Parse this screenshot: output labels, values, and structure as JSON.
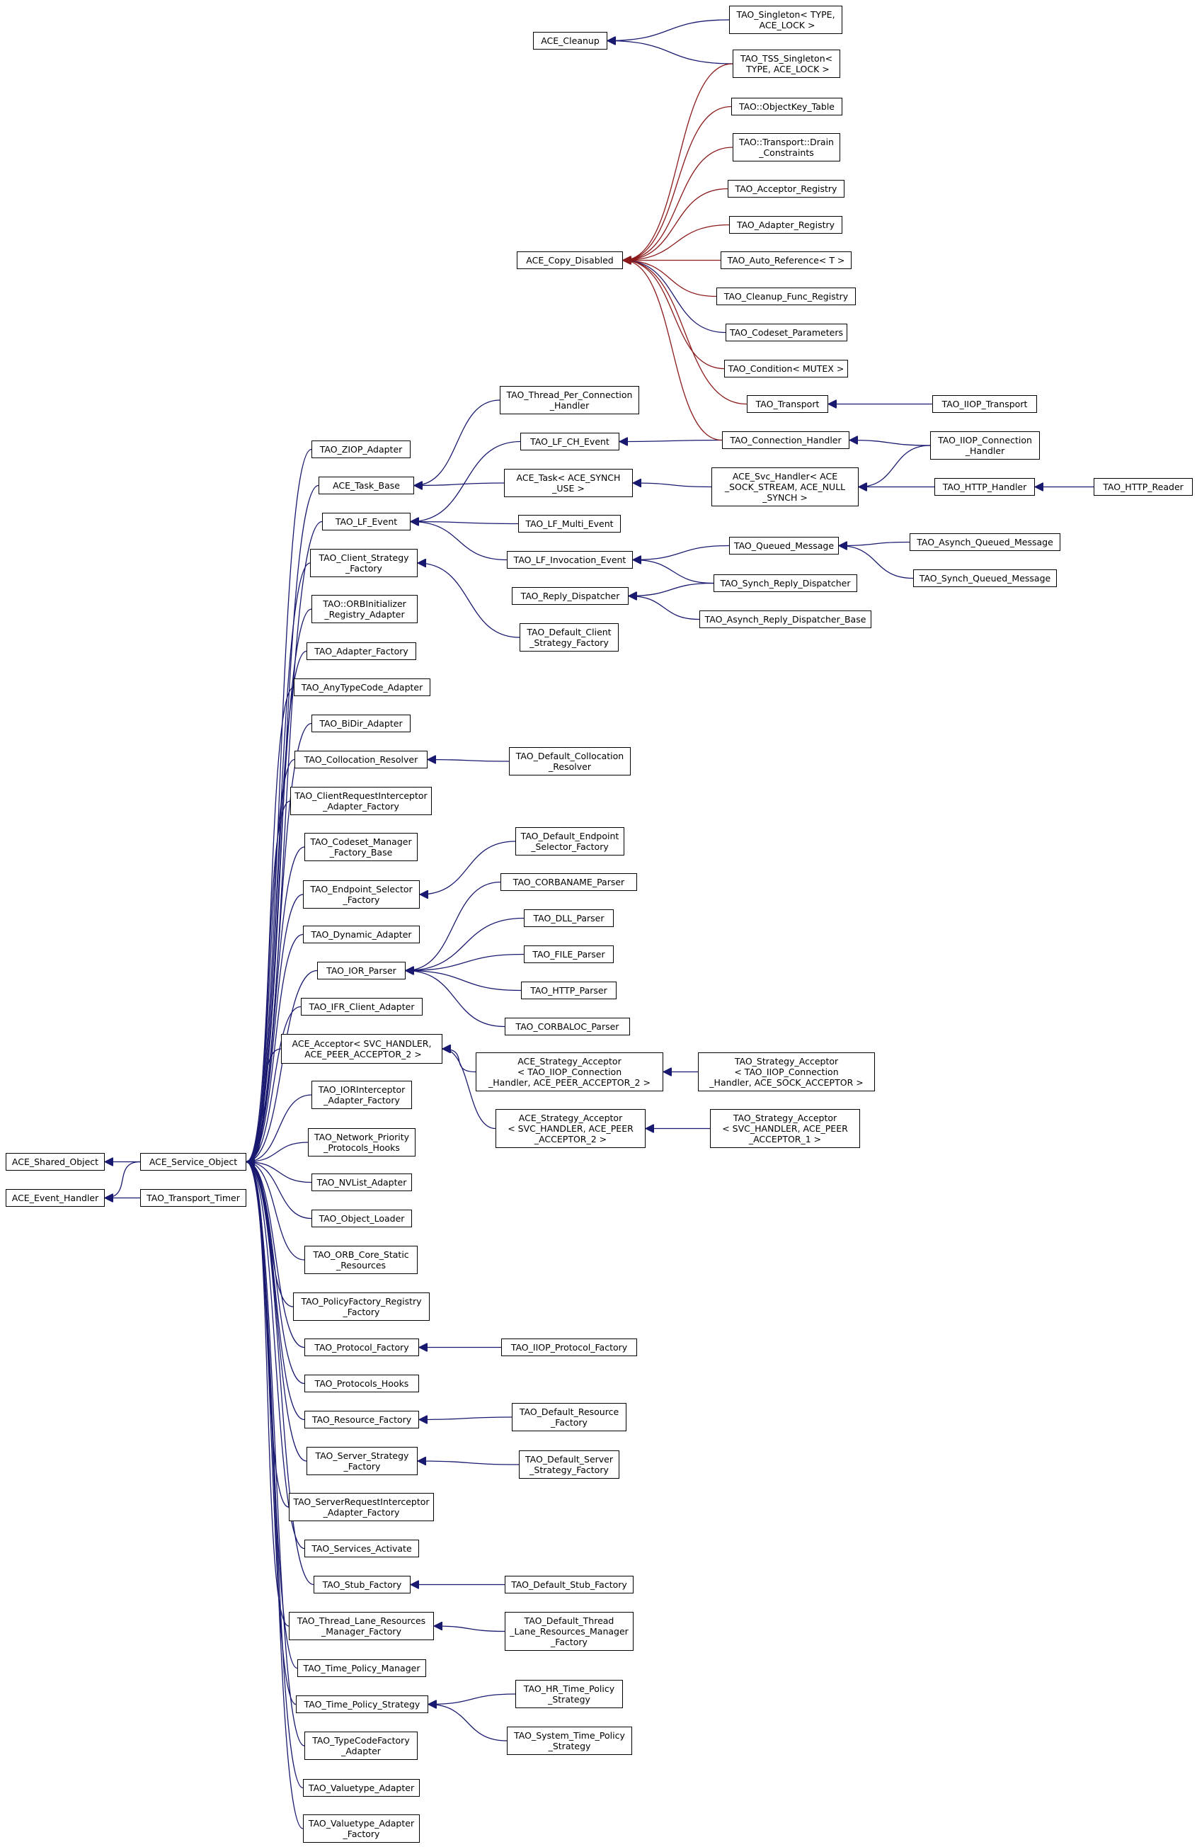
{
  "colors": {
    "inherit": "#191970",
    "usage": "#8b1a1a",
    "node_border": "#000000",
    "background": "#ffffff"
  },
  "nodes": {
    "ace_shared_object": "ACE_Shared_Object",
    "ace_event_handler": "ACE_Event_Handler",
    "ace_service_object": "ACE_Service_Object",
    "tao_transport_timer": "TAO_Transport_Timer",
    "tao_ziop_adapter": "TAO_ZIOP_Adapter",
    "ace_task_base": "ACE_Task_Base",
    "tao_lf_event": "TAO_LF_Event",
    "tao_client_strategy_factory": "TAO_Client_Strategy\n_Factory",
    "tao_orbinitializer_registry_adapter": "TAO::ORBInitializer\n_Registry_Adapter",
    "tao_adapter_factory": "TAO_Adapter_Factory",
    "tao_anytypecode_adapter": "TAO_AnyTypeCode_Adapter",
    "tao_bidir_adapter": "TAO_BiDir_Adapter",
    "tao_collocation_resolver": "TAO_Collocation_Resolver",
    "tao_clientrequestinterceptor_adapter_factory": "TAO_ClientRequestInterceptor\n_Adapter_Factory",
    "tao_codeset_manager_factory_base": "TAO_Codeset_Manager\n_Factory_Base",
    "tao_endpoint_selector_factory": "TAO_Endpoint_Selector\n_Factory",
    "tao_dynamic_adapter": "TAO_Dynamic_Adapter",
    "tao_ior_parser": "TAO_IOR_Parser",
    "tao_ifr_client_adapter": "TAO_IFR_Client_Adapter",
    "ace_acceptor": "ACE_Acceptor< SVC_HANDLER,\n ACE_PEER_ACCEPTOR_2 >",
    "tao_iorinterceptor_adapter_factory": "TAO_IORInterceptor\n_Adapter_Factory",
    "tao_network_priority_protocols_hooks": "TAO_Network_Priority\n_Protocols_Hooks",
    "tao_nvlist_adapter": "TAO_NVList_Adapter",
    "tao_object_loader": "TAO_Object_Loader",
    "tao_orb_core_static_resources": "TAO_ORB_Core_Static\n_Resources",
    "tao_policyfactory_registry_factory": "TAO_PolicyFactory_Registry\n_Factory",
    "tao_protocol_factory": "TAO_Protocol_Factory",
    "tao_protocols_hooks": "TAO_Protocols_Hooks",
    "tao_resource_factory": "TAO_Resource_Factory",
    "tao_server_strategy_factory": "TAO_Server_Strategy\n_Factory",
    "tao_serverrequestinterceptor_adapter_factory": "TAO_ServerRequestInterceptor\n_Adapter_Factory",
    "tao_services_activate": "TAO_Services_Activate",
    "tao_stub_factory": "TAO_Stub_Factory",
    "tao_thread_lane_resources_manager_factory": "TAO_Thread_Lane_Resources\n_Manager_Factory",
    "tao_time_policy_manager": "TAO_Time_Policy_Manager",
    "tao_time_policy_strategy": "TAO_Time_Policy_Strategy",
    "tao_typecodefactory_adapter": "TAO_TypeCodeFactory\n_Adapter",
    "tao_valuetype_adapter": "TAO_Valuetype_Adapter",
    "tao_valuetype_adapter_factory": "TAO_Valuetype_Adapter\n_Factory",
    "tao_thread_per_connection_handler": "TAO_Thread_Per_Connection\n_Handler",
    "tao_lf_ch_event": "TAO_LF_CH_Event",
    "ace_task": "ACE_Task< ACE_SYNCH\n_USE >",
    "tao_lf_multi_event": "TAO_LF_Multi_Event",
    "tao_lf_invocation_event": "TAO_LF_Invocation_Event",
    "tao_reply_dispatcher": "TAO_Reply_Dispatcher",
    "tao_default_client_strategy_factory": "TAO_Default_Client\n_Strategy_Factory",
    "tao_default_collocation_resolver": "TAO_Default_Collocation\n_Resolver",
    "tao_default_endpoint_selector_factory": "TAO_Default_Endpoint\n_Selector_Factory",
    "tao_corbaname_parser": "TAO_CORBANAME_Parser",
    "tao_dll_parser": "TAO_DLL_Parser",
    "tao_file_parser": "TAO_FILE_Parser",
    "tao_http_parser": "TAO_HTTP_Parser",
    "tao_corbaloc_parser": "TAO_CORBALOC_Parser",
    "ace_strategy_acceptor_iiop": "ACE_Strategy_Acceptor\n< TAO_IIOP_Connection\n_Handler, ACE_PEER_ACCEPTOR_2 >",
    "ace_strategy_acceptor_svc": "ACE_Strategy_Acceptor\n< SVC_HANDLER, ACE_PEER\n_ACCEPTOR_2 >",
    "tao_iiop_protocol_factory": "TAO_IIOP_Protocol_Factory",
    "tao_default_resource_factory": "TAO_Default_Resource\n_Factory",
    "tao_default_server_strategy_factory": "TAO_Default_Server\n_Strategy_Factory",
    "tao_default_stub_factory": "TAO_Default_Stub_Factory",
    "tao_default_thread_lane_resources_manager_factory": "TAO_Default_Thread\n_Lane_Resources_Manager\n_Factory",
    "tao_hr_time_policy_strategy": "TAO_HR_Time_Policy\n_Strategy",
    "tao_system_time_policy_strategy": "TAO_System_Time_Policy\n_Strategy",
    "ace_cleanup": "ACE_Cleanup",
    "ace_copy_disabled": "ACE_Copy_Disabled",
    "ace_svc_handler": "ACE_Svc_Handler< ACE\n_SOCK_STREAM, ACE_NULL\n_SYNCH >",
    "tao_queued_message": "TAO_Queued_Message",
    "tao_synch_reply_dispatcher": "TAO_Synch_Reply_Dispatcher",
    "tao_asynch_reply_dispatcher_base": "TAO_Asynch_Reply_Dispatcher_Base",
    "tao_strategy_acceptor_iiop_sock": "TAO_Strategy_Acceptor\n< TAO_IIOP_Connection\n_Handler, ACE_SOCK_ACCEPTOR >",
    "tao_strategy_acceptor_svc": "TAO_Strategy_Acceptor\n< SVC_HANDLER, ACE_PEER\n_ACCEPTOR_1 >",
    "tao_singleton": "TAO_Singleton< TYPE,\n ACE_LOCK >",
    "tao_tss_singleton": "TAO_TSS_Singleton<\n TYPE, ACE_LOCK >",
    "tao_objectkey_table": "TAO::ObjectKey_Table",
    "tao_transport_drain_constraints": "TAO::Transport::Drain\n_Constraints",
    "tao_acceptor_registry": "TAO_Acceptor_Registry",
    "tao_adapter_registry": "TAO_Adapter_Registry",
    "tao_auto_reference": "TAO_Auto_Reference< T >",
    "tao_cleanup_func_registry": "TAO_Cleanup_Func_Registry",
    "tao_codeset_parameters": "TAO_Codeset_Parameters",
    "tao_condition": "TAO_Condition< MUTEX >",
    "tao_transport": "TAO_Transport",
    "tao_connection_handler": "TAO_Connection_Handler",
    "tao_iiop_transport": "TAO_IIOP_Transport",
    "tao_iiop_connection_handler": "TAO_IIOP_Connection\n_Handler",
    "tao_http_handler": "TAO_HTTP_Handler",
    "tao_http_reader": "TAO_HTTP_Reader",
    "tao_asynch_queued_message": "TAO_Asynch_Queued_Message",
    "tao_synch_queued_message": "TAO_Synch_Queued_Message"
  }
}
